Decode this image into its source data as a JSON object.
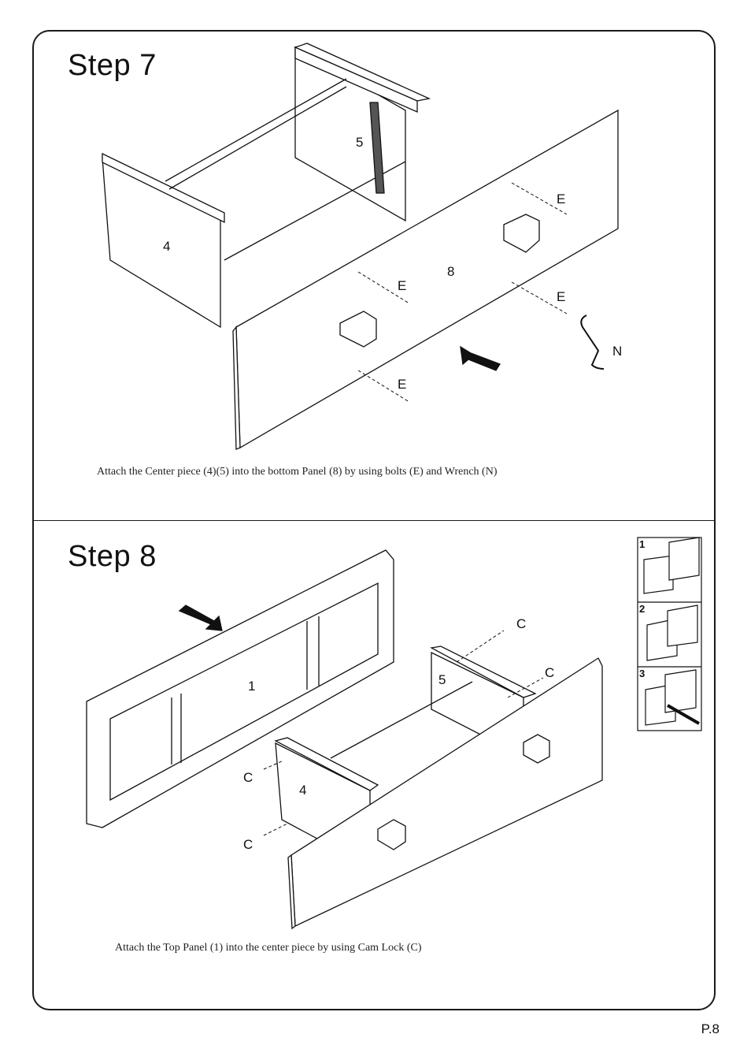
{
  "steps": [
    {
      "title": "Step  7",
      "caption": "Attach the Center piece (4)(5) into the bottom Panel (8) by using bolts (E) and Wrench (N)",
      "labels": {
        "p5": "5",
        "p4": "4",
        "p8": "8",
        "e1": "E",
        "e2": "E",
        "e3": "E",
        "e4": "E",
        "n": "N"
      }
    },
    {
      "title": "Step  8",
      "caption": "Attach the Top Panel (1) into the center piece by using Cam Lock (C)",
      "labels": {
        "p1": "1",
        "p5": "5",
        "p4": "4",
        "c1": "C",
        "c2": "C",
        "c3": "C",
        "c4": "C"
      },
      "inset_steps": [
        "1",
        "2",
        "3"
      ]
    }
  ],
  "page_number": "P.8"
}
